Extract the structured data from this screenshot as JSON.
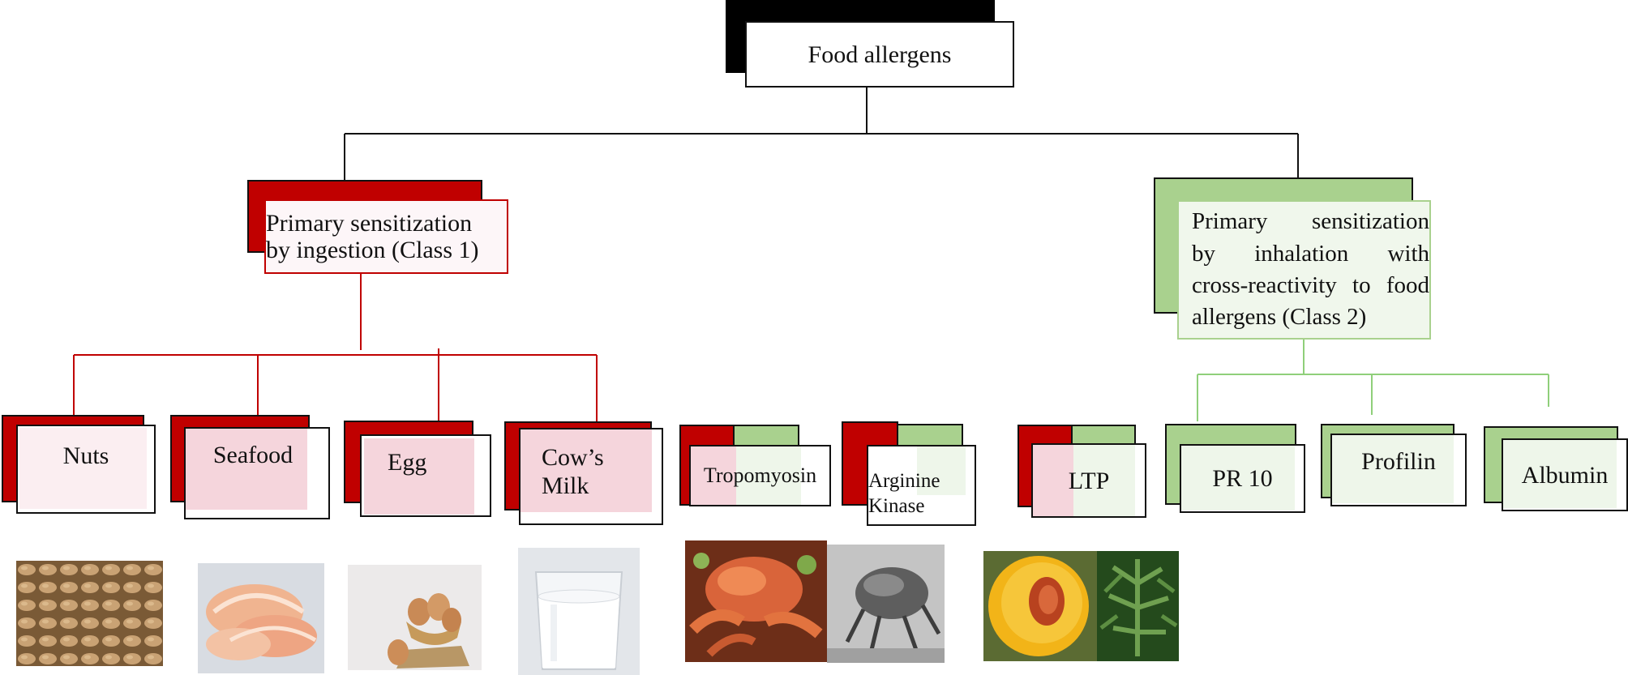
{
  "root": {
    "label": "Food allergens"
  },
  "class1": {
    "line1": "Primary sensitization",
    "line2": "by ingestion (Class 1)"
  },
  "class2": {
    "line1": "Primary sensitization",
    "line2": "by inhalation with",
    "line3": "cross-reactivity to food",
    "line4": "allergens (Class 2)"
  },
  "leaves": {
    "nuts": "Nuts",
    "seafood": "Seafood",
    "egg": "Egg",
    "milk_line1": "Cow’s",
    "milk_line2": "Milk",
    "tropomyosin": "Tropomyosin",
    "arginine_line1": "Arginine",
    "arginine_line2": "Kinase",
    "ltp": "LTP",
    "pr10": "PR 10",
    "profilin": "Profilin",
    "albumin": "Albumin"
  },
  "colors": {
    "class1_red": "#c00000",
    "class2_green": "#a9d18e",
    "class2_line": "#8fcf7a",
    "pink_fill": "#f5d5dc",
    "black": "#000000"
  },
  "images": [
    "peanuts-photo",
    "shrimp-photo",
    "eggs-photo",
    "milk-glass-photo",
    "crab-photo",
    "dust-mite-photo",
    "peach-photo",
    "mugwort-photo"
  ]
}
